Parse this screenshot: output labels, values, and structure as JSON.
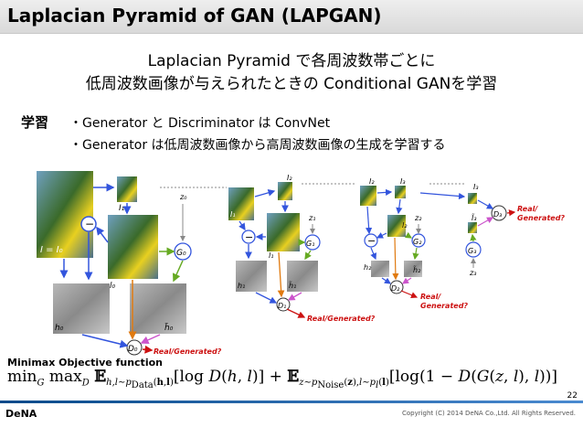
{
  "title": "Laplacian Pyramid of GAN (LAPGAN)",
  "subtitle": [
    "Laplacian Pyramid で各周波数帯ごとに",
    "低周波数画像が与えられたときの Conditional GANを学習"
  ],
  "bullets_label": "学習",
  "bullets": [
    "・Generator と Discriminator は ConvNet",
    "・Generator は低周波数画像から高周波数画像の生成を学習する"
  ],
  "diagram": {
    "stage0": {
      "I": "I = I₀",
      "l": "l₀",
      "h": "h₀",
      "h_tilde": "h̃₀",
      "I1": "I₁",
      "G": "G₀",
      "D": "D₀",
      "z": "z₀",
      "out": "Real/Generated?"
    },
    "stage1": {
      "I": "I₁",
      "l": "l₁",
      "h": "h₁",
      "h_tilde": "h̃₁",
      "I1": "I₂",
      "G": "G₁",
      "D": "D₁",
      "z": "z₁",
      "out": "Real/Generated?"
    },
    "stage2": {
      "I": "I₂",
      "l": "l₂",
      "h": "h₂",
      "h_tilde": "h̃₂",
      "I1": "I₃",
      "G": "G₂",
      "D": "D₂",
      "z": "z₂",
      "out1": "Real/",
      "out2": "Generated?"
    },
    "stage3": {
      "I": "I₃",
      "I_tilde": "Ĩ₃",
      "G": "G₃",
      "D": "D₃",
      "z": "z₃",
      "out1": "Real/",
      "out2": "Generated?"
    },
    "colors": {
      "blue": "#3355dd",
      "green": "#66aa22",
      "orange": "#e07a10",
      "purple": "#cc55cc",
      "red": "#cc1111",
      "gray": "#888888"
    }
  },
  "formula_label": "Minimax Objective function",
  "page_number": "22",
  "logo": "DeNA",
  "copyright": "Copyright (C) 2014 DeNA Co.,Ltd. All Rights Reserved."
}
